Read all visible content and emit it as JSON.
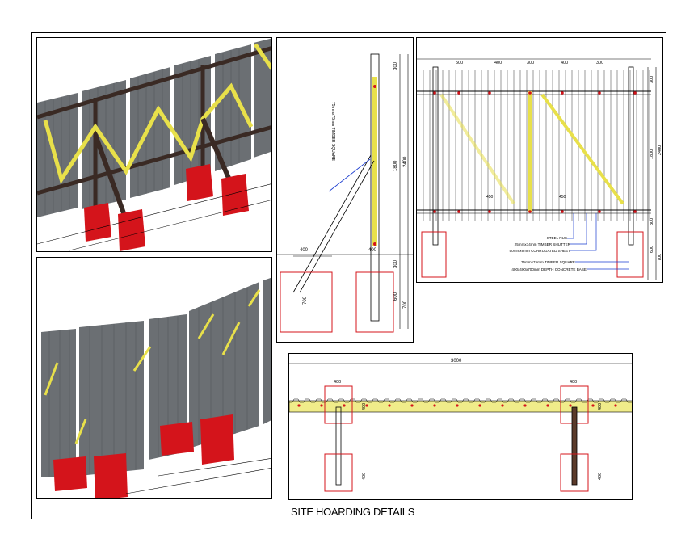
{
  "title": "SITE HOARDING DETAILS",
  "colors": {
    "sheet": "#6b6f73",
    "timber_frame": "#3a2a24",
    "diagonal_brace": "#e8e04a",
    "concrete_base": "#d4141b",
    "dimension_line": "#000000",
    "leader": "#1a3cd0"
  },
  "side_elevation": {
    "label_timber": "75mmx75mm TIMBER SQUARE",
    "dims": {
      "top": "300",
      "middle": "1800",
      "bottom": "300",
      "overall": "2400",
      "base_top": "600",
      "base_total": "700",
      "brace_width": "400",
      "base_width": "400",
      "base_height": "700"
    }
  },
  "front_elevation": {
    "top_dims": [
      "500",
      "400",
      "300",
      "400",
      "300"
    ],
    "right_dims": [
      "300",
      "1800",
      "300",
      "2400",
      "600",
      "700"
    ],
    "callouts": [
      "STEEL NUS",
      "25mmx14mm TIMBER SHUTTER",
      "50mmx6mm CORRUGATED SHEET",
      "75mmx75mm TIMBER SQUARE",
      "400x400x700mm DEPTH CONCRETE BASE"
    ],
    "brace_labels": [
      "450",
      "450"
    ]
  },
  "plan_view": {
    "overall": "3000",
    "dims": [
      "400",
      "400",
      "400",
      "400",
      "400",
      "400"
    ]
  }
}
